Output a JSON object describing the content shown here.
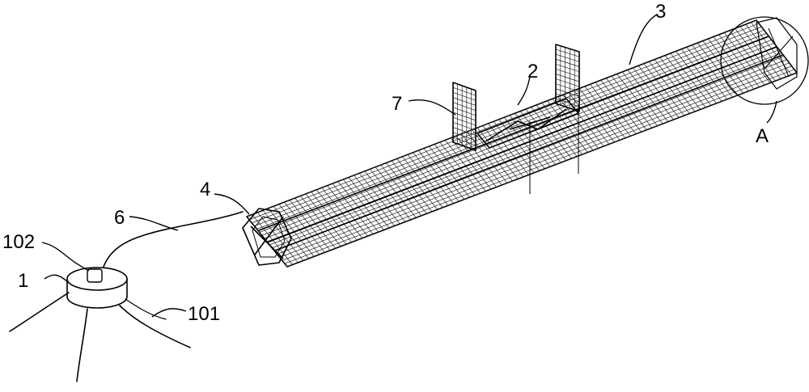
{
  "figure": {
    "callouts": {
      "anchor_part": "1",
      "anchor_top": "102",
      "anchor_legs": "101",
      "tether": "6",
      "end_cap": "4",
      "fins": "7",
      "middle_section": "2",
      "main_mesh_tube": "3",
      "detail_circle": "A"
    },
    "colors": {
      "line": "#000000",
      "background": "#ffffff"
    }
  }
}
